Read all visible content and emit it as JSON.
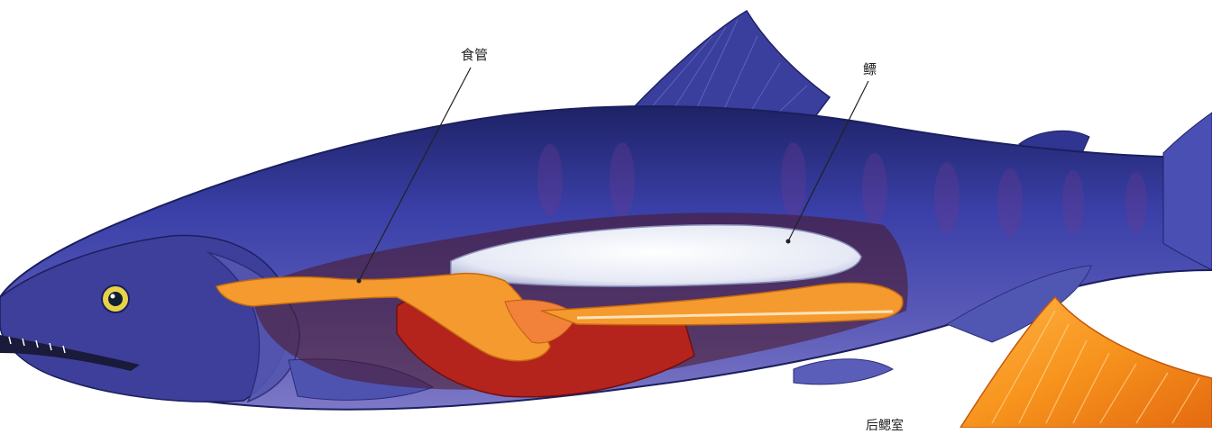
{
  "labels": {
    "esophagus": "食管",
    "swim_bladder": "鳔",
    "partial_bottom": "后鳃室"
  },
  "colors": {
    "body_blue": "#3c43a8",
    "back_dark": "#1f2470",
    "belly_light": "#7b74c0",
    "esophagus_orange": "#f59a2e",
    "liver_red": "#b4231c",
    "swim_bladder_white": "#eef0f8",
    "tail_fin_orange": "#f7941d"
  }
}
